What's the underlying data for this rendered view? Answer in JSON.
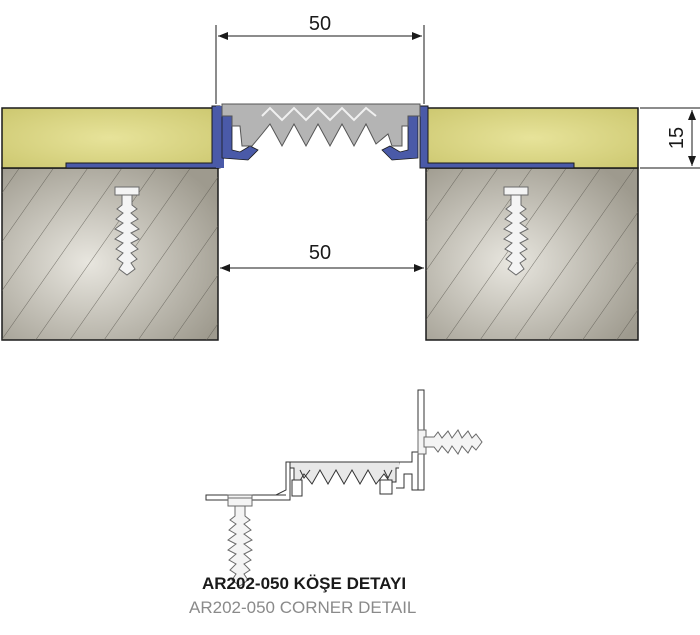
{
  "dimensions": {
    "top_width": "50",
    "bottom_width": "50",
    "height": "15"
  },
  "captions": {
    "turkish": "AR202-050 KÖŞE DETAYI",
    "english": "AR202-050 CORNER DETAIL"
  },
  "colors": {
    "screed": "#d6d27c",
    "concrete": "#b9b5a8",
    "profile_blue": "#4a5aa8",
    "profile_gray": "#b4b4b4",
    "line": "#1a1a1a"
  }
}
